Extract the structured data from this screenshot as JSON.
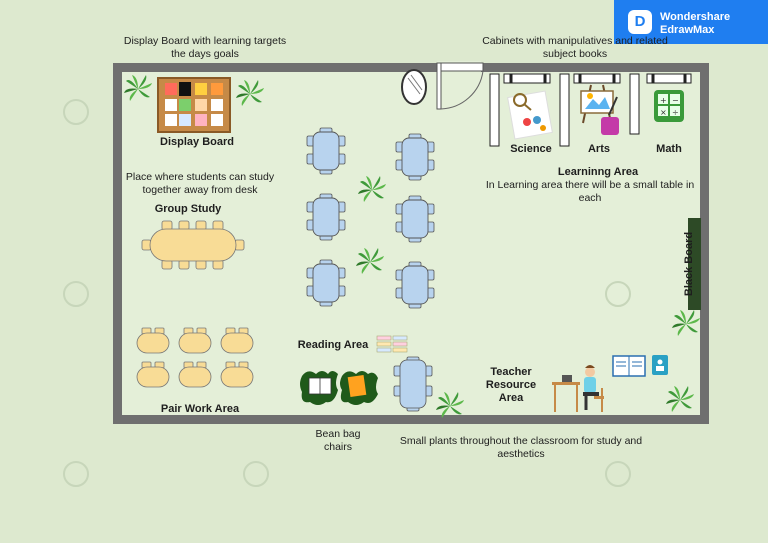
{
  "brand": {
    "line1": "Wondershare",
    "line2": "EdrawMax",
    "mark": "D"
  },
  "notes": {
    "display_board_top_1": "Display Board with learning targets",
    "display_board_top_2": "the days goals",
    "cabinets_top_1": "Cabinets with manipulatives and related",
    "cabinets_top_2": "subject books",
    "study_1": "Place where students can study",
    "study_2": "together away from desk",
    "learning_1": "In Learning area there will be a small table in",
    "learning_2": "each",
    "bean_1": "Bean bag",
    "bean_2": "chairs",
    "plants_1": "Small plants throughout the classroom for study and",
    "plants_2": "aesthetics"
  },
  "labels": {
    "display_board": "Display Board",
    "group_study": "Group Study",
    "pair_work": "Pair Work Area",
    "reading_area": "Reading Area",
    "science": "Science",
    "arts": "Arts",
    "math": "Math",
    "learning_area": "Learninng Area",
    "black_board": "Black Board",
    "teacher_1": "Teacher",
    "teacher_2": "Resource",
    "teacher_3": "Area"
  },
  "colors": {
    "background": "#dde9cf",
    "wall": "#6f6f6f",
    "floor": "#e4efd8",
    "desk_blue": "#b8d3ee",
    "table_yellow": "#f8dc96",
    "bean_green": "#1f5a1a",
    "brand_blue": "#1f7ef0",
    "corkboard": "#c68a47"
  },
  "icons": [
    "plant-icon",
    "clock-icon",
    "door-icon",
    "magnifier-icon",
    "easel-icon",
    "calculator-icon",
    "book-icon",
    "teacher-icon"
  ]
}
